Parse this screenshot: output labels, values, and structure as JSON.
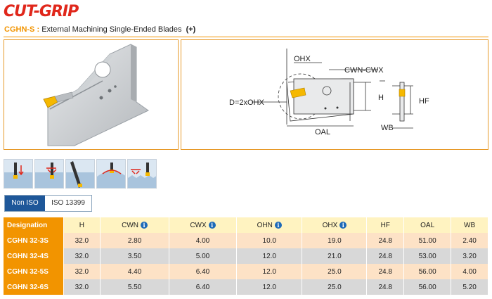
{
  "brand": {
    "logo_text": "CUT-GRIP"
  },
  "header": {
    "code": "CGHN-S",
    "separator": ":",
    "title": "External Machining Single-Ended Blades",
    "plus": "(+)"
  },
  "drawing_labels": {
    "ohx": "OHX",
    "cwn_cwx": "CWN-CWX",
    "d": "D=2xOHX",
    "h": "H",
    "hf": "HF",
    "oal": "OAL",
    "wb": "WB"
  },
  "application_icons": [
    "straight-plunge-icon",
    "grooving-chip-icon",
    "angled-parting-icon",
    "profile-turning-icon",
    "multi-groove-icon"
  ],
  "iso_toggle": {
    "active": "Non ISO",
    "inactive": "ISO 13399"
  },
  "table": {
    "designation_label": "Designation",
    "columns": [
      {
        "label": "H",
        "info": false
      },
      {
        "label": "CWN",
        "info": true
      },
      {
        "label": "CWX",
        "info": true
      },
      {
        "label": "OHN",
        "info": true
      },
      {
        "label": "OHX",
        "info": true
      },
      {
        "label": "HF",
        "info": false
      },
      {
        "label": "OAL",
        "info": false
      },
      {
        "label": "WB",
        "info": false
      }
    ],
    "rows": [
      {
        "designation": "CGHN 32-3S",
        "values": [
          "32.0",
          "2.80",
          "4.00",
          "10.0",
          "19.0",
          "24.8",
          "51.00",
          "2.40"
        ]
      },
      {
        "designation": "CGHN 32-4S",
        "values": [
          "32.0",
          "3.50",
          "5.00",
          "12.0",
          "21.0",
          "24.8",
          "53.00",
          "3.20"
        ]
      },
      {
        "designation": "CGHN 32-5S",
        "values": [
          "32.0",
          "4.40",
          "6.40",
          "12.0",
          "25.0",
          "24.8",
          "56.00",
          "4.00"
        ]
      },
      {
        "designation": "CGHN 32-6S",
        "values": [
          "32.0",
          "5.50",
          "6.40",
          "12.0",
          "25.0",
          "24.8",
          "56.00",
          "5.20"
        ]
      }
    ]
  },
  "colors": {
    "brand_red": "#e0271b",
    "accent_orange": "#f29400",
    "header_yellow": "#fff3c1",
    "row_peach": "#fde2c6",
    "row_gray": "#d8d8d8",
    "active_blue": "#1e5799",
    "insert_yellow": "#f5b800"
  }
}
